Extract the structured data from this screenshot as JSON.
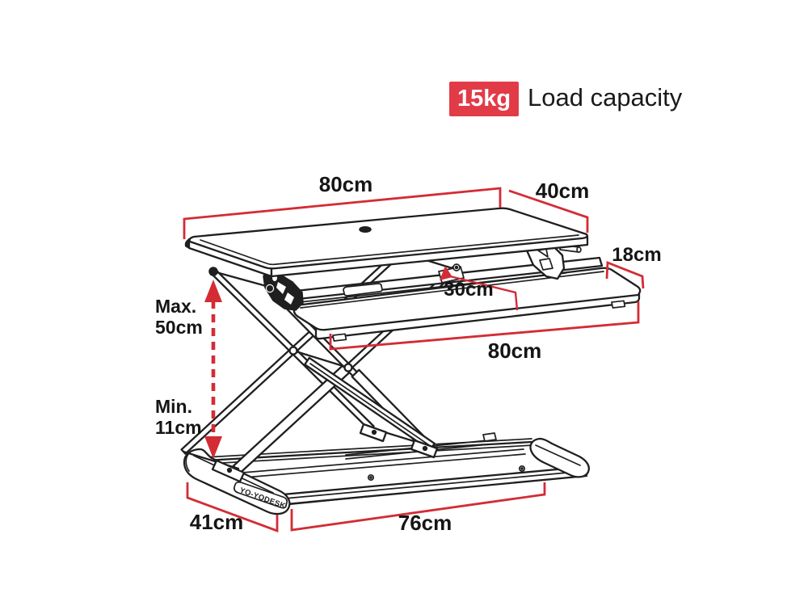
{
  "badge": {
    "value": "15kg",
    "label": "Load capacity"
  },
  "labels": {
    "top_width": "80cm",
    "top_depth": "40cm",
    "tray_depth": "18cm",
    "slide_distance": "30cm",
    "max_height": {
      "line1": "Max.",
      "line2": "50cm"
    },
    "min_height": {
      "line1": "Min.",
      "line2": "11cm"
    },
    "tray_width": "80cm",
    "base_depth": "41cm",
    "base_width": "76cm"
  },
  "brand": {
    "logo_text": "YO-YODESK"
  },
  "colors": {
    "dimension_red": "#d32c35",
    "badge_red": "#e23b48",
    "line_black": "#1f1f1f",
    "background": "#ffffff"
  }
}
